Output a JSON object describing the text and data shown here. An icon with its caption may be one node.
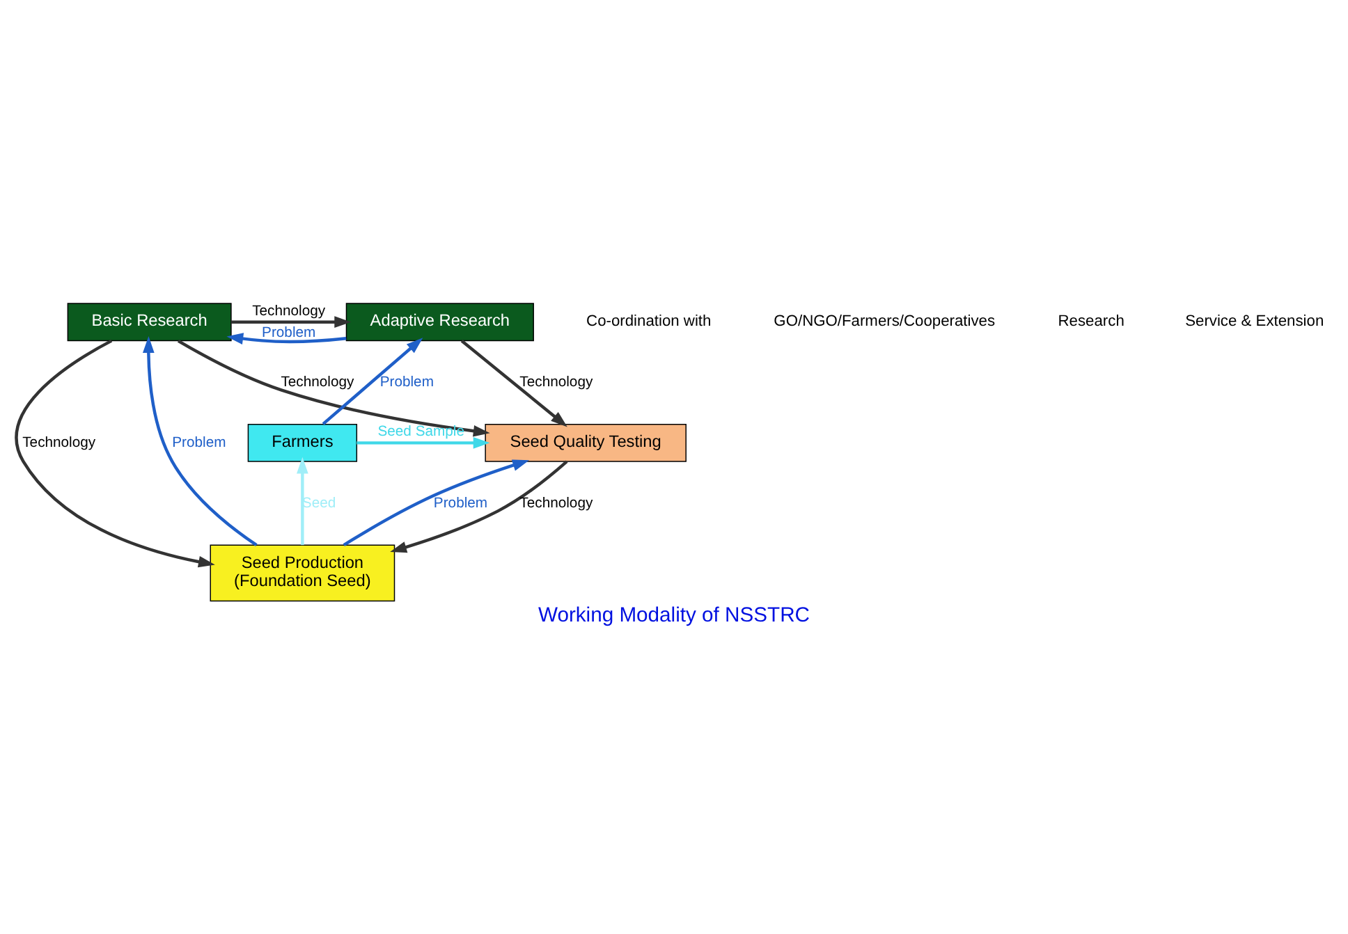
{
  "diagram": {
    "caption": "Working Modality of NSSTRC",
    "nodes": [
      {
        "text": [
          "Basic Research"
        ]
      },
      {
        "text": [
          "Adaptive Research"
        ]
      },
      {
        "text": [
          "Seed Quality Testing"
        ]
      },
      {
        "text": [
          "Farmers"
        ]
      },
      {
        "text": [
          "Seed Production",
          "(Foundation Seed)"
        ]
      }
    ],
    "edges": [
      {
        "from": 0,
        "to": 1,
        "arrow": "to",
        "label": "Technology"
      },
      {
        "from": 1,
        "to": 0,
        "arrow": "to",
        "label": "Problem",
        "color": "#1f5fc8"
      },
      {
        "from": 0,
        "to": 2,
        "arrow": "to",
        "label": "Technology"
      },
      {
        "from": 1,
        "to": 2,
        "arrow": "to",
        "label": "Technology"
      },
      {
        "from": 0,
        "to": 4,
        "arrow": "to",
        "label": "Technology"
      },
      {
        "from": 4,
        "to": 0,
        "arrow": "to",
        "label": "Problem",
        "color": "#1f5fc8"
      },
      {
        "from": 2,
        "to": 4,
        "arrow": "to",
        "label": "Technology"
      },
      {
        "from": 4,
        "to": 2,
        "arrow": "to",
        "label": "Problem",
        "color": "#1f5fc8"
      },
      {
        "from": 3,
        "to": 2,
        "arrow": "to",
        "label": "Seed Sample",
        "color": "#40d8e8"
      },
      {
        "from": 3,
        "to": 1,
        "arrow": "to",
        "label": "Problem",
        "color": "#1f5fc8"
      },
      {
        "from": 4,
        "to": 3,
        "arrow": "to",
        "label": "Seed",
        "color": "#a0eef8"
      }
    ],
    "labels": [
      "Co-ordination with",
      "GO/NGO/Farmers/Cooperatives",
      "Research",
      "Service & Extension"
    ]
  }
}
